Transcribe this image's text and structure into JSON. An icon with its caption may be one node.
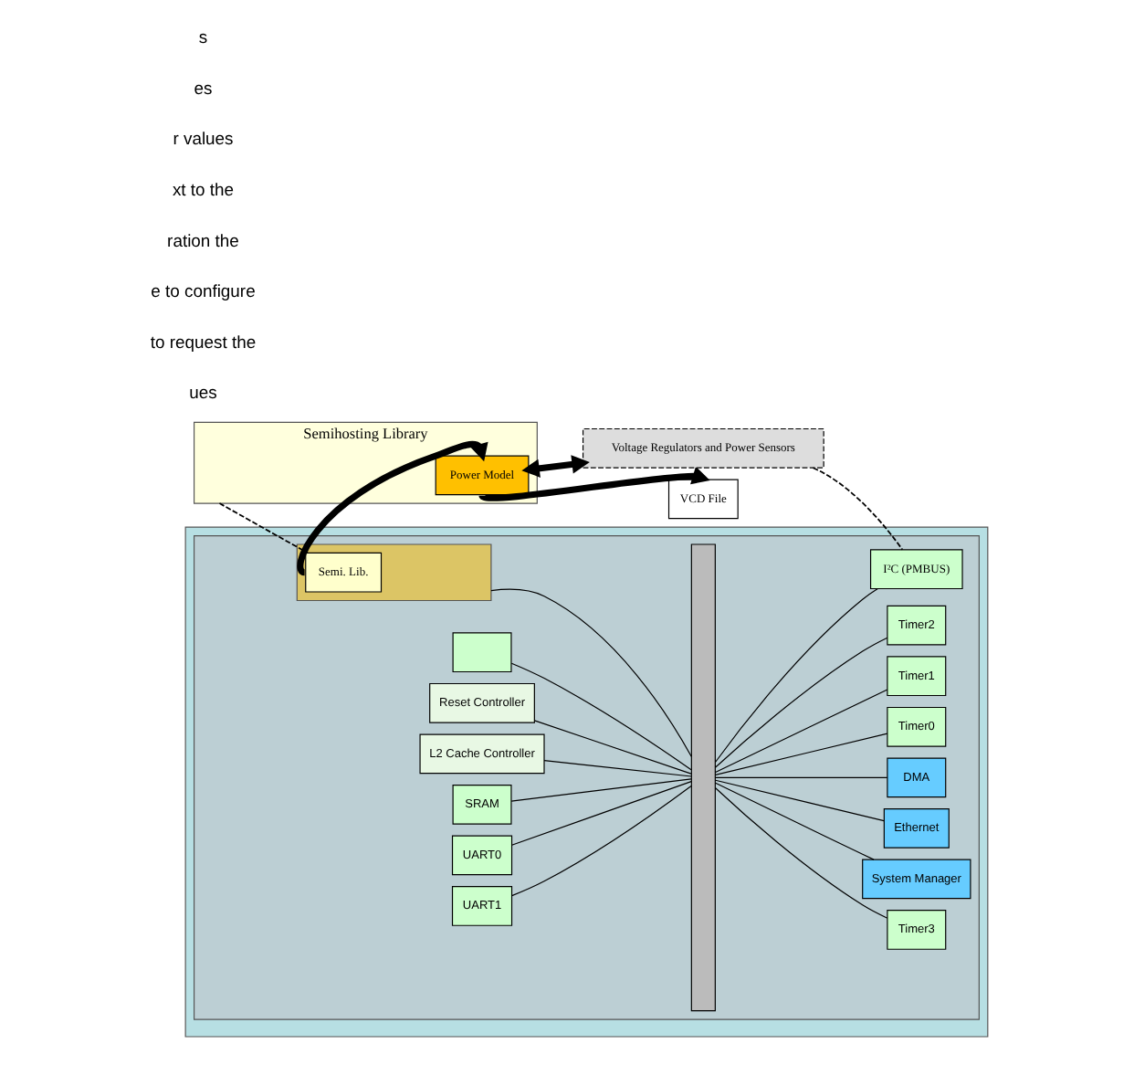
{
  "diagram": {
    "nodes": [
      {
        "text": [
          "Semihosting Library"
        ]
      },
      {
        "text": [
          "Power Model"
        ],
        "in": 0
      },
      {
        "text": [
          "VCD File"
        ]
      },
      {
        "text": [
          "Voltage Regulators and Power Sensors"
        ]
      },
      {
        "text": [],
        "shape": "box"
      },
      {
        "text": [],
        "shape": "box",
        "in": 4
      },
      {
        "text": [],
        "shape": "box",
        "in": 5
      },
      {
        "text": [
          "Semi. Lib."
        ],
        "in": 6
      },
      {
        "text": [],
        "shape": "bar",
        "in": 5
      },
      {
        "text": [
          "I²C (PMBUS)"
        ],
        "in": 5
      },
      {
        "text": [],
        "shape": "box",
        "in": 5
      },
      {
        "text": [
          "Reset Controller"
        ],
        "in": 5
      },
      {
        "text": [
          "L2 Cache Controller"
        ],
        "in": 5
      },
      {
        "text": [
          "SRAM"
        ],
        "in": 5
      },
      {
        "text": [
          "UART0"
        ],
        "in": 5
      },
      {
        "text": [
          "UART1"
        ],
        "in": 5
      },
      {
        "text": [
          "Timer0"
        ],
        "in": 5
      },
      {
        "text": [
          "Timer1"
        ],
        "in": 5
      },
      {
        "text": [
          "Timer2"
        ],
        "in": 5
      },
      {
        "text": [
          "Timer3"
        ],
        "in": 5
      },
      {
        "text": [
          "System Manager"
        ],
        "in": 5
      },
      {
        "text": [
          "Ethernet"
        ],
        "in": 5
      },
      {
        "text": [
          "DMA"
        ],
        "in": 5
      }
    ],
    "edges": [
      {
        "from": 1,
        "to": 3,
        "arrow": "both",
        "style": "thick"
      },
      {
        "from": 7,
        "to": 1,
        "arrow": "to",
        "style": "thick"
      },
      {
        "from": 1,
        "to": 2,
        "arrow": "to",
        "style": "thick"
      },
      {
        "from": 3,
        "to": 9,
        "arrow": "none",
        "style": "dashed"
      },
      {
        "from": 0,
        "to": 7,
        "arrow": "none",
        "style": "dashed"
      },
      {
        "from": 6,
        "to": 8,
        "arrow": "none"
      },
      {
        "from": 10,
        "to": 8,
        "arrow": "none"
      },
      {
        "from": 11,
        "to": 8,
        "arrow": "none"
      },
      {
        "from": 12,
        "to": 8,
        "arrow": "none"
      },
      {
        "from": 13,
        "to": 8,
        "arrow": "none"
      },
      {
        "from": 14,
        "to": 8,
        "arrow": "none"
      },
      {
        "from": 15,
        "to": 8,
        "arrow": "none"
      },
      {
        "from": 8,
        "to": 9,
        "arrow": "none"
      },
      {
        "from": 8,
        "to": 16,
        "arrow": "none"
      },
      {
        "from": 8,
        "to": 17,
        "arrow": "none"
      },
      {
        "from": 8,
        "to": 18,
        "arrow": "none"
      },
      {
        "from": 8,
        "to": 19,
        "arrow": "none"
      },
      {
        "from": 8,
        "to": 20,
        "arrow": "none"
      },
      {
        "from": 8,
        "to": 21,
        "arrow": "none"
      },
      {
        "from": 8,
        "to": 22,
        "arrow": "none"
      }
    ],
    "labels": [
      "s",
      "es",
      "r values",
      "xt to the",
      "ration the",
      "e to configure",
      "to request the",
      "ues"
    ]
  }
}
